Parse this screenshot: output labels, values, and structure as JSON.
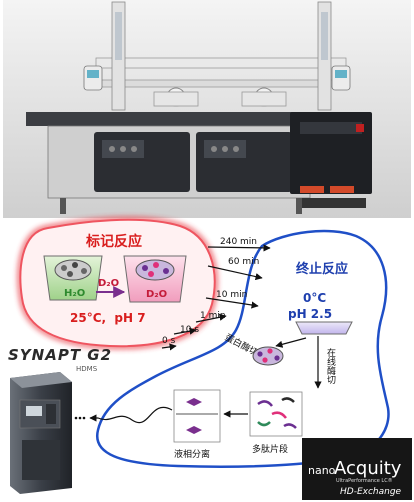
{
  "colors": {
    "label_blob": "#e8323c",
    "quench_blob": "#1f4fc7",
    "cond_red": "#d91e1e",
    "cond_blue": "#1e3fae",
    "h2o_green": "#2e8a2e",
    "d2o_red": "#c41c3a"
  },
  "labeling": {
    "title": "标记反应",
    "h2o": "H₂O",
    "d2o_arrow": "D₂O",
    "d2o": "D₂O",
    "conditions": "25°C,  pH 7"
  },
  "times": [
    "240 min",
    "60 min",
    "10 min",
    "1 min",
    "10 s",
    "0 s"
  ],
  "quench": {
    "title": "终止反应",
    "temp": "0°C",
    "ph": "pH 2.5"
  },
  "steps": {
    "protease": "蛋白酶切",
    "digest": "在线酶切",
    "peptides": "多肽片段",
    "lc": "液相分离"
  },
  "synapt": {
    "brand": "SYNAPT G2",
    "sub": "HDMS"
  },
  "acquity": {
    "nano": "nano",
    "name": "Acquity",
    "sub": "UltraPerformance LC®",
    "hdx": "HD-Exchange"
  }
}
